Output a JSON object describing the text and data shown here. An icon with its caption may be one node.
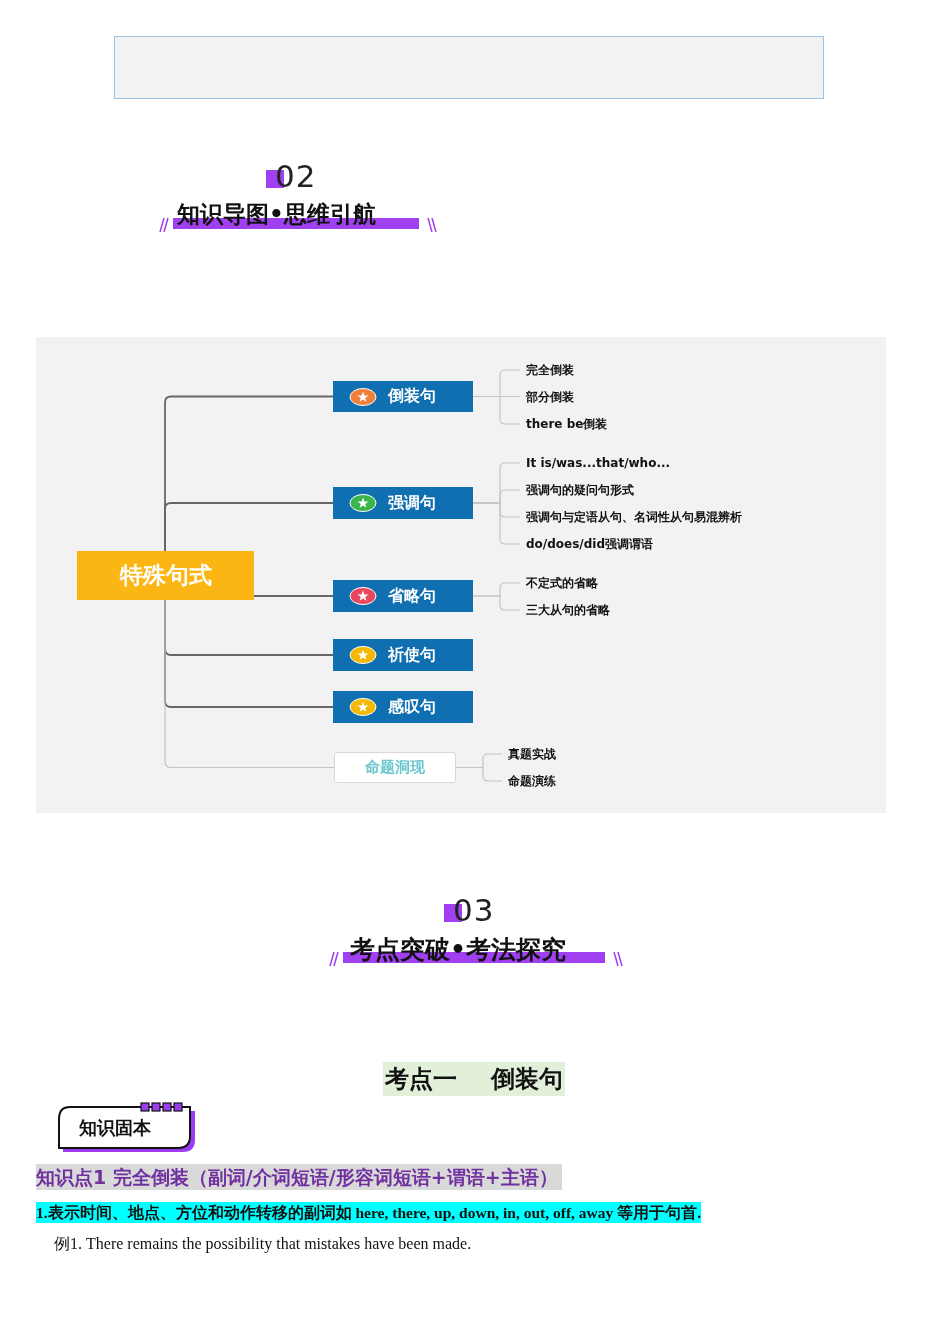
{
  "diagram": {
    "nodes": [
      {
        "text": [
          "特殊句式"
        ]
      },
      {
        "text": [
          "倒装句"
        ]
      },
      {
        "text": [
          "强调句"
        ]
      },
      {
        "text": [
          "省略句"
        ]
      },
      {
        "text": [
          "祈使句"
        ]
      },
      {
        "text": [
          "感叹句"
        ]
      },
      {
        "text": [
          "命题洞现"
        ]
      },
      {
        "text": [
          "完全倒装"
        ]
      },
      {
        "text": [
          "部分倒装"
        ]
      },
      {
        "text": [
          "there be倒装"
        ]
      },
      {
        "text": [
          "It is/was...that/who..."
        ]
      },
      {
        "text": [
          "强调句的疑问句形式"
        ]
      },
      {
        "text": [
          "强调句与定语从句、名词性从句易混辨析"
        ]
      },
      {
        "text": [
          "do/does/did强调谓语"
        ]
      },
      {
        "text": [
          "不定式的省略"
        ]
      },
      {
        "text": [
          "三大从句的省略"
        ]
      },
      {
        "text": [
          "真题实战"
        ]
      },
      {
        "text": [
          "命题演练"
        ]
      }
    ],
    "edges": [
      {
        "from": 0,
        "to": 1,
        "arrow": "none",
        "color": "#666666"
      },
      {
        "from": 0,
        "to": 2,
        "arrow": "none",
        "color": "#666666"
      },
      {
        "from": 0,
        "to": 3,
        "arrow": "none",
        "color": "#666666"
      },
      {
        "from": 0,
        "to": 4,
        "arrow": "none",
        "color": "#666666"
      },
      {
        "from": 0,
        "to": 5,
        "arrow": "none",
        "color": "#666666"
      },
      {
        "from": 0,
        "to": 6,
        "arrow": "none"
      },
      {
        "from": 1,
        "to": 7,
        "arrow": "none"
      },
      {
        "from": 1,
        "to": 8,
        "arrow": "none"
      },
      {
        "from": 1,
        "to": 9,
        "arrow": "none"
      },
      {
        "from": 2,
        "to": 10,
        "arrow": "none"
      },
      {
        "from": 2,
        "to": 11,
        "arrow": "none"
      },
      {
        "from": 2,
        "to": 12,
        "arrow": "none"
      },
      {
        "from": 2,
        "to": 13,
        "arrow": "none"
      },
      {
        "from": 3,
        "to": 14,
        "arrow": "none"
      },
      {
        "from": 3,
        "to": 15,
        "arrow": "none"
      },
      {
        "from": 6,
        "to": 16,
        "arrow": "none"
      },
      {
        "from": 6,
        "to": 17,
        "arrow": "none"
      }
    ],
    "labels": [
      "02",
      "知识导图•思维引航",
      "03",
      "考点突破•考法探究",
      "考点一 倒装句",
      "知识固本",
      "知识点1 完全倒装（副词/介词短语/形容词短语+谓语+主语）",
      "1.表示时间、地点、方位和动作转移的副词如 here, there, up, down, in, out, off, away 等用于句首.",
      "例1. There remains the possibility that mistakes have been made."
    ]
  }
}
